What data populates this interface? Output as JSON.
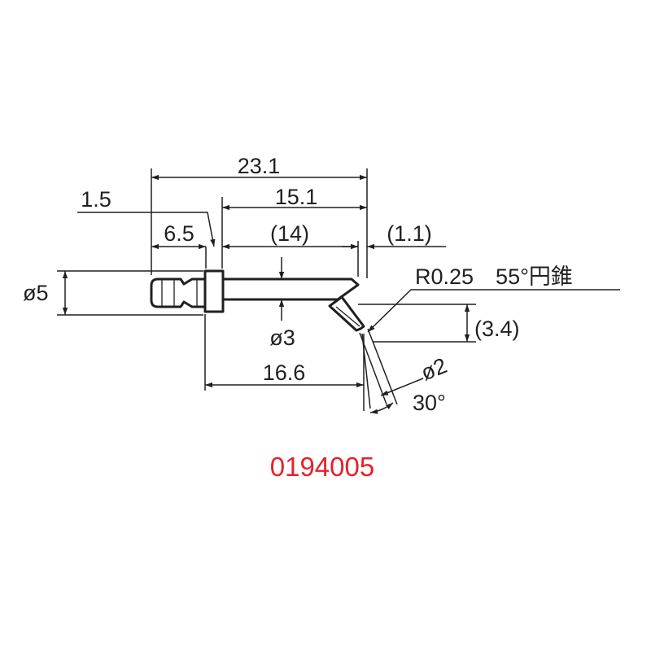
{
  "drawing": {
    "dims": {
      "overall_length": "23.1",
      "length_from_collar": "15.1",
      "shaft_length": "(14)",
      "collar_width": "1.5",
      "tip_offset": "(1.1)",
      "grip_length": "6.5",
      "grip_diameter": "ø5",
      "shaft_diameter": "ø3",
      "tip_reach": "16.6",
      "tip_radius_cone": "R0.25　55°円錐",
      "tip_height": "(3.4)",
      "tip_diameter": "ø2",
      "tip_angle": "30°"
    },
    "part_number": "0194005",
    "colors": {
      "line": "#231f20",
      "part_number": "#e8202a"
    }
  }
}
